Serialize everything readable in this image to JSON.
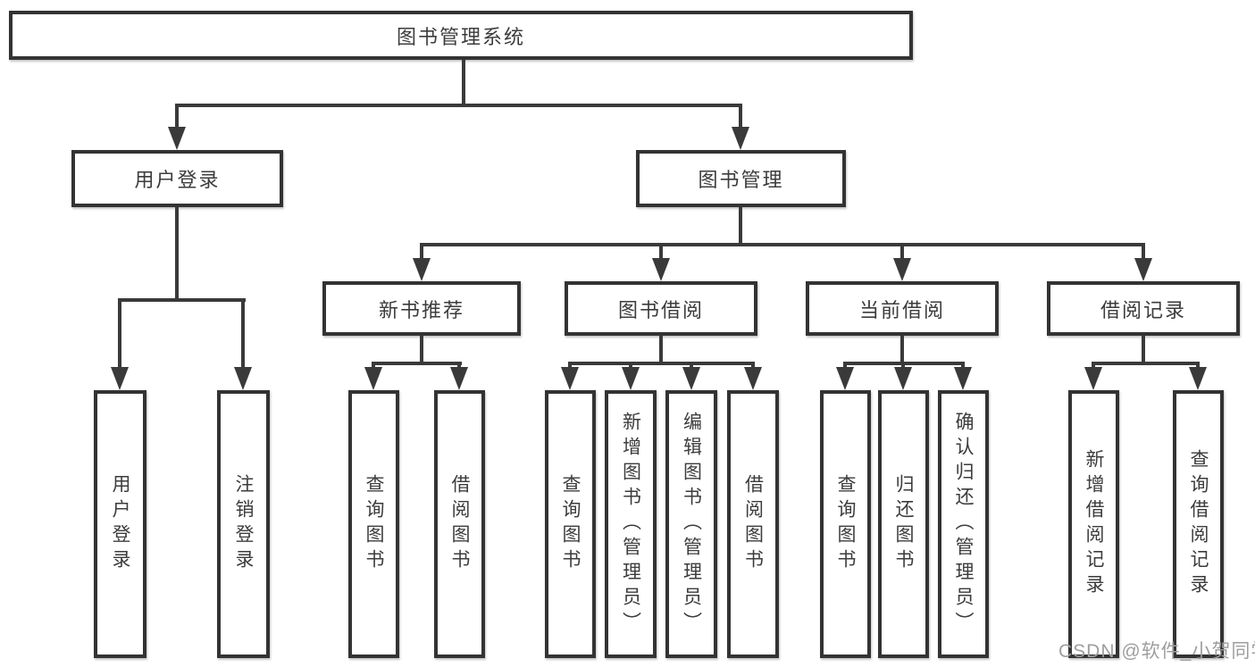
{
  "palette": {
    "background": "#ffffff",
    "box_fill": "#ffffff",
    "box_border": "#333333",
    "connector_line": "#3a3a3a",
    "text": "#3c3c3c",
    "watermark_text_color": "#9e9e9e"
  },
  "diagram": {
    "root": "图书管理系统",
    "user_login": {
      "label": "用户登录",
      "leaves": [
        "用户登录",
        "注销登录"
      ]
    },
    "book_mgmt": {
      "label": "图书管理",
      "sections": [
        {
          "label": "新书推荐",
          "leaves": [
            "查询图书",
            "借阅图书"
          ]
        },
        {
          "label": "图书借阅",
          "leaves": [
            "查询图书",
            "新增图书（管理员）",
            "编辑图书（管理员）",
            "借阅图书"
          ]
        },
        {
          "label": "当前借阅",
          "leaves": [
            "查询图书",
            "归还图书",
            "确认归还（管理员）"
          ]
        },
        {
          "label": "借阅记录",
          "leaves": [
            "新增借阅记录",
            "查询借阅记录"
          ]
        }
      ]
    },
    "watermark": "CSDN @软件_小贺同学"
  }
}
